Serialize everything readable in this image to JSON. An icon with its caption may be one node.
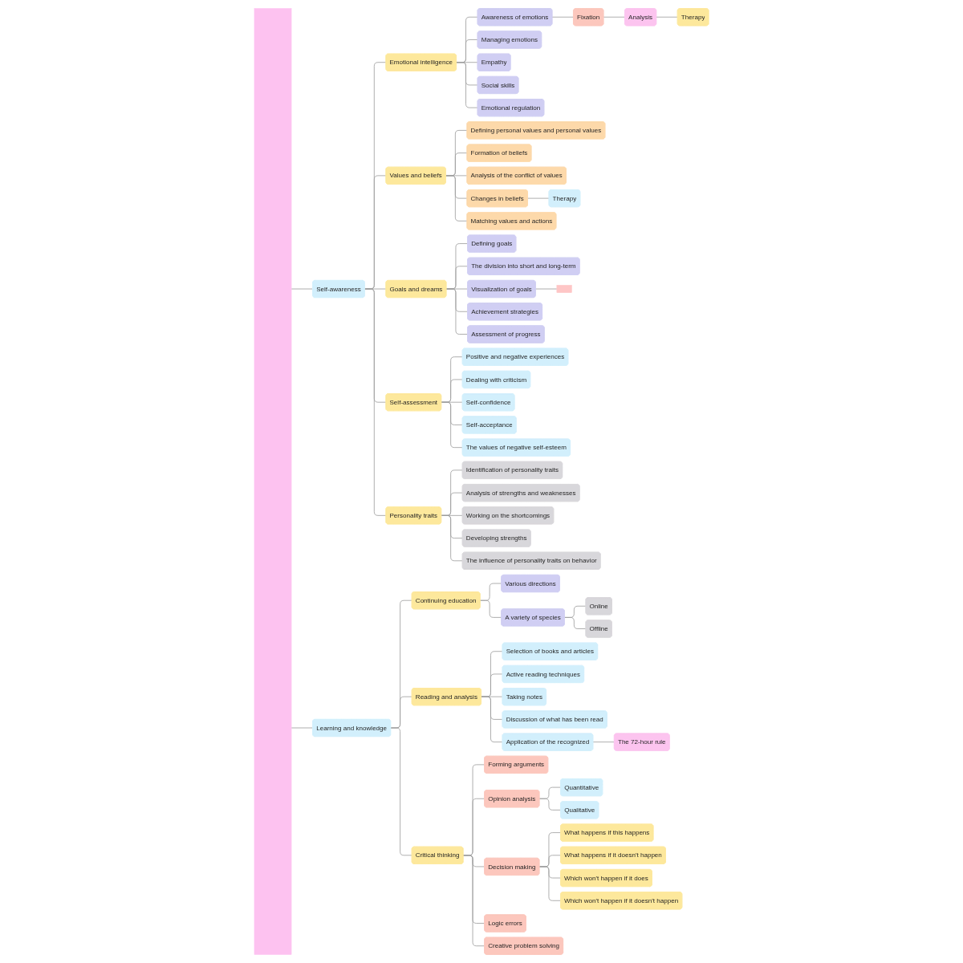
{
  "diagram": {
    "nodes": [
      {
        "text": [],
        "shape": "bar"
      },
      {
        "text": [
          "Self-awareness"
        ]
      },
      {
        "text": [
          "Emotional intelligence"
        ]
      },
      {
        "text": [
          "Awareness of emotions"
        ]
      },
      {
        "text": [
          "Fixation"
        ]
      },
      {
        "text": [
          "Analysis"
        ]
      },
      {
        "text": [
          "Therapy"
        ]
      },
      {
        "text": [
          "Managing emotions"
        ]
      },
      {
        "text": [
          "Empathy"
        ]
      },
      {
        "text": [
          "Social skills"
        ]
      },
      {
        "text": [
          "Emotional regulation"
        ]
      },
      {
        "text": [
          "Values and beliefs"
        ]
      },
      {
        "text": [
          "Defining personal values and personal values"
        ]
      },
      {
        "text": [
          "Formation of beliefs"
        ]
      },
      {
        "text": [
          "Analysis of the conflict of values"
        ]
      },
      {
        "text": [
          "Changes in beliefs"
        ]
      },
      {
        "text": [
          "Therapy"
        ]
      },
      {
        "text": [
          "Matching values and actions"
        ]
      },
      {
        "text": [
          "Goals and dreams"
        ]
      },
      {
        "text": [
          "Defining goals"
        ]
      },
      {
        "text": [
          "The division into short and long-term"
        ]
      },
      {
        "text": [
          "Visualization of goals"
        ]
      },
      {
        "text": [],
        "shape": "box"
      },
      {
        "text": [
          "Achievement strategies"
        ]
      },
      {
        "text": [
          "Assessment of progress"
        ]
      },
      {
        "text": [
          "Self-assessment"
        ]
      },
      {
        "text": [
          "Positive and negative experiences"
        ]
      },
      {
        "text": [
          "Dealing with criticism"
        ]
      },
      {
        "text": [
          "Self-confidence"
        ]
      },
      {
        "text": [
          "Self-acceptance"
        ]
      },
      {
        "text": [
          "The values of negative self-esteem"
        ]
      },
      {
        "text": [
          "Personality traits"
        ]
      },
      {
        "text": [
          "Identification of personality traits"
        ]
      },
      {
        "text": [
          "Analysis of strengths and weaknesses"
        ]
      },
      {
        "text": [
          "Working on the shortcomings"
        ]
      },
      {
        "text": [
          "Developing strengths"
        ]
      },
      {
        "text": [
          "The influence of personality traits on behavior"
        ]
      },
      {
        "text": [
          "Learning and knowledge"
        ]
      },
      {
        "text": [
          "Continuing education"
        ]
      },
      {
        "text": [
          "Various directions"
        ]
      },
      {
        "text": [
          "A variety of species"
        ]
      },
      {
        "text": [
          "Online"
        ]
      },
      {
        "text": [
          "Offline"
        ]
      },
      {
        "text": [
          "Reading and analysis"
        ]
      },
      {
        "text": [
          "Selection of books and articles"
        ]
      },
      {
        "text": [
          "Active reading techniques"
        ]
      },
      {
        "text": [
          "Taking notes"
        ]
      },
      {
        "text": [
          "Discussion of what has been read"
        ]
      },
      {
        "text": [
          "Application of the recognized"
        ]
      },
      {
        "text": [
          "The 72-hour rule"
        ]
      },
      {
        "text": [
          "Critical thinking"
        ]
      },
      {
        "text": [
          "Forming arguments"
        ]
      },
      {
        "text": [
          "Opinion analysis"
        ]
      },
      {
        "text": [
          "Quantitative"
        ]
      },
      {
        "text": [
          "Qualitative"
        ]
      },
      {
        "text": [
          "Decision making"
        ]
      },
      {
        "text": [
          "What happens if this happens"
        ]
      },
      {
        "text": [
          "What happens if it doesn't happen"
        ]
      },
      {
        "text": [
          "Which won't happen if it does"
        ]
      },
      {
        "text": [
          "Which won't happen if it doesn't happen"
        ]
      },
      {
        "text": [
          "Logic errors"
        ]
      },
      {
        "text": [
          "Creative problem solving"
        ]
      }
    ],
    "edges": [
      {
        "from": 0,
        "to": 1,
        "arrow": "none"
      },
      {
        "from": 1,
        "to": 2,
        "arrow": "none"
      },
      {
        "from": 2,
        "to": 3,
        "arrow": "none"
      },
      {
        "from": 3,
        "to": 4,
        "arrow": "none"
      },
      {
        "from": 4,
        "to": 5,
        "arrow": "none"
      },
      {
        "from": 5,
        "to": 6,
        "arrow": "none"
      },
      {
        "from": 2,
        "to": 7,
        "arrow": "none"
      },
      {
        "from": 2,
        "to": 8,
        "arrow": "none"
      },
      {
        "from": 2,
        "to": 9,
        "arrow": "none"
      },
      {
        "from": 2,
        "to": 10,
        "arrow": "none"
      },
      {
        "from": 1,
        "to": 11,
        "arrow": "none"
      },
      {
        "from": 11,
        "to": 12,
        "arrow": "none"
      },
      {
        "from": 11,
        "to": 13,
        "arrow": "none"
      },
      {
        "from": 11,
        "to": 14,
        "arrow": "none"
      },
      {
        "from": 11,
        "to": 15,
        "arrow": "none"
      },
      {
        "from": 15,
        "to": 16,
        "arrow": "none"
      },
      {
        "from": 11,
        "to": 17,
        "arrow": "none"
      },
      {
        "from": 1,
        "to": 18,
        "arrow": "none"
      },
      {
        "from": 18,
        "to": 19,
        "arrow": "none"
      },
      {
        "from": 18,
        "to": 20,
        "arrow": "none"
      },
      {
        "from": 18,
        "to": 21,
        "arrow": "none"
      },
      {
        "from": 21,
        "to": 22,
        "arrow": "none"
      },
      {
        "from": 18,
        "to": 23,
        "arrow": "none"
      },
      {
        "from": 18,
        "to": 24,
        "arrow": "none"
      },
      {
        "from": 1,
        "to": 25,
        "arrow": "none"
      },
      {
        "from": 25,
        "to": 26,
        "arrow": "none"
      },
      {
        "from": 25,
        "to": 27,
        "arrow": "none"
      },
      {
        "from": 25,
        "to": 28,
        "arrow": "none"
      },
      {
        "from": 25,
        "to": 29,
        "arrow": "none"
      },
      {
        "from": 25,
        "to": 30,
        "arrow": "none"
      },
      {
        "from": 1,
        "to": 31,
        "arrow": "none"
      },
      {
        "from": 31,
        "to": 32,
        "arrow": "none"
      },
      {
        "from": 31,
        "to": 33,
        "arrow": "none"
      },
      {
        "from": 31,
        "to": 34,
        "arrow": "none"
      },
      {
        "from": 31,
        "to": 35,
        "arrow": "none"
      },
      {
        "from": 31,
        "to": 36,
        "arrow": "none"
      },
      {
        "from": 0,
        "to": 37,
        "arrow": "none"
      },
      {
        "from": 37,
        "to": 38,
        "arrow": "none"
      },
      {
        "from": 38,
        "to": 39,
        "arrow": "none"
      },
      {
        "from": 38,
        "to": 40,
        "arrow": "none"
      },
      {
        "from": 40,
        "to": 41,
        "arrow": "none"
      },
      {
        "from": 40,
        "to": 42,
        "arrow": "none"
      },
      {
        "from": 37,
        "to": 43,
        "arrow": "none"
      },
      {
        "from": 43,
        "to": 44,
        "arrow": "none"
      },
      {
        "from": 43,
        "to": 45,
        "arrow": "none"
      },
      {
        "from": 43,
        "to": 46,
        "arrow": "none"
      },
      {
        "from": 43,
        "to": 47,
        "arrow": "none"
      },
      {
        "from": 43,
        "to": 48,
        "arrow": "none"
      },
      {
        "from": 48,
        "to": 49,
        "arrow": "none"
      },
      {
        "from": 37,
        "to": 50,
        "arrow": "none"
      },
      {
        "from": 50,
        "to": 51,
        "arrow": "none"
      },
      {
        "from": 50,
        "to": 52,
        "arrow": "none"
      },
      {
        "from": 52,
        "to": 53,
        "arrow": "none"
      },
      {
        "from": 52,
        "to": 54,
        "arrow": "none"
      },
      {
        "from": 50,
        "to": 55,
        "arrow": "none"
      },
      {
        "from": 55,
        "to": 56,
        "arrow": "none"
      },
      {
        "from": 55,
        "to": 57,
        "arrow": "none"
      },
      {
        "from": 55,
        "to": 58,
        "arrow": "none"
      },
      {
        "from": 55,
        "to": 59,
        "arrow": "none"
      },
      {
        "from": 50,
        "to": 60,
        "arrow": "none"
      },
      {
        "from": 50,
        "to": 61,
        "arrow": "none"
      }
    ]
  }
}
